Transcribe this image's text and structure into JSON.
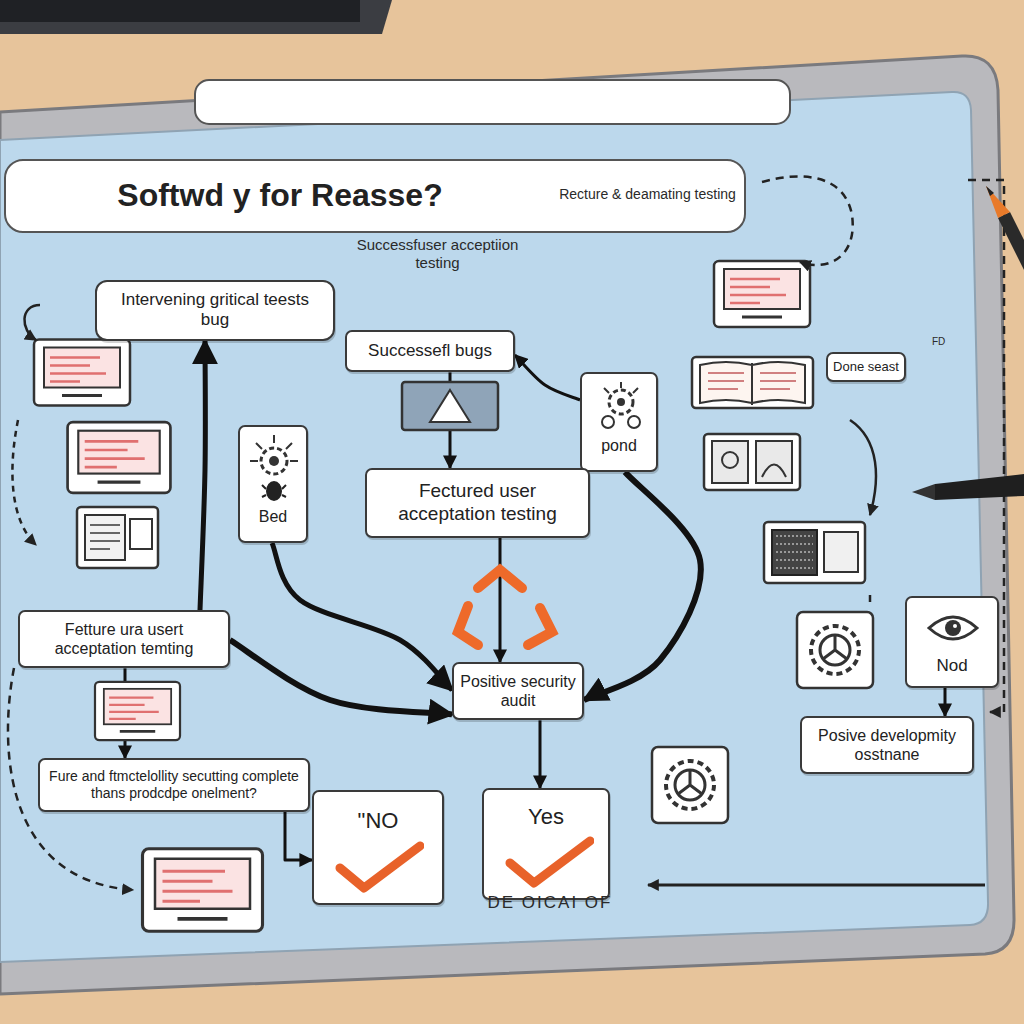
{
  "diagram": {
    "title": "Softwd y for Reasse?",
    "nodes": [
      {
        "text": [
          "Intervening gritical teests bug"
        ]
      },
      {
        "text": [
          "Successefl bugs"
        ]
      },
      {
        "text": [
          "Bed"
        ]
      },
      {
        "text": [
          "pond"
        ]
      },
      {
        "text": [
          "Fectured user acceptation testing"
        ]
      },
      {
        "text": [
          "Done seast"
        ]
      },
      {
        "text": [
          "Fetture ura usert acceptation temting"
        ]
      },
      {
        "text": [
          "Positive security audit"
        ]
      },
      {
        "text": [
          "Fure and ftmctelollity secutting complete thans prodcdpe onelment?"
        ]
      },
      {
        "text": [
          "\"NO"
        ]
      },
      {
        "text": [
          "Yes"
        ]
      },
      {
        "text": [
          "Nod"
        ]
      },
      {
        "text": [
          "Posive developmity osstnane"
        ]
      }
    ],
    "edges": [
      {
        "from": 1,
        "to": 4,
        "arrow": "to"
      },
      {
        "from": 4,
        "to": 7,
        "arrow": "to"
      },
      {
        "from": 7,
        "to": 10,
        "arrow": "to"
      },
      {
        "from": 6,
        "to": 8,
        "arrow": "to"
      },
      {
        "from": 6,
        "to": 7,
        "arrow": "to"
      },
      {
        "from": 3,
        "to": 1,
        "arrow": "to"
      },
      {
        "from": 2,
        "to": 7,
        "arrow": "to"
      },
      {
        "from": 3,
        "to": 7,
        "arrow": "to"
      },
      {
        "from": 6,
        "to": 0,
        "arrow": "to"
      },
      {
        "from": 8,
        "to": 9,
        "arrow": "to"
      },
      {
        "from": 11,
        "to": 12,
        "arrow": "to"
      }
    ],
    "labels": [
      "Successfuser acceptiion testing",
      "Recture & deamating testing",
      "FD",
      "DE OICAI OF"
    ]
  }
}
